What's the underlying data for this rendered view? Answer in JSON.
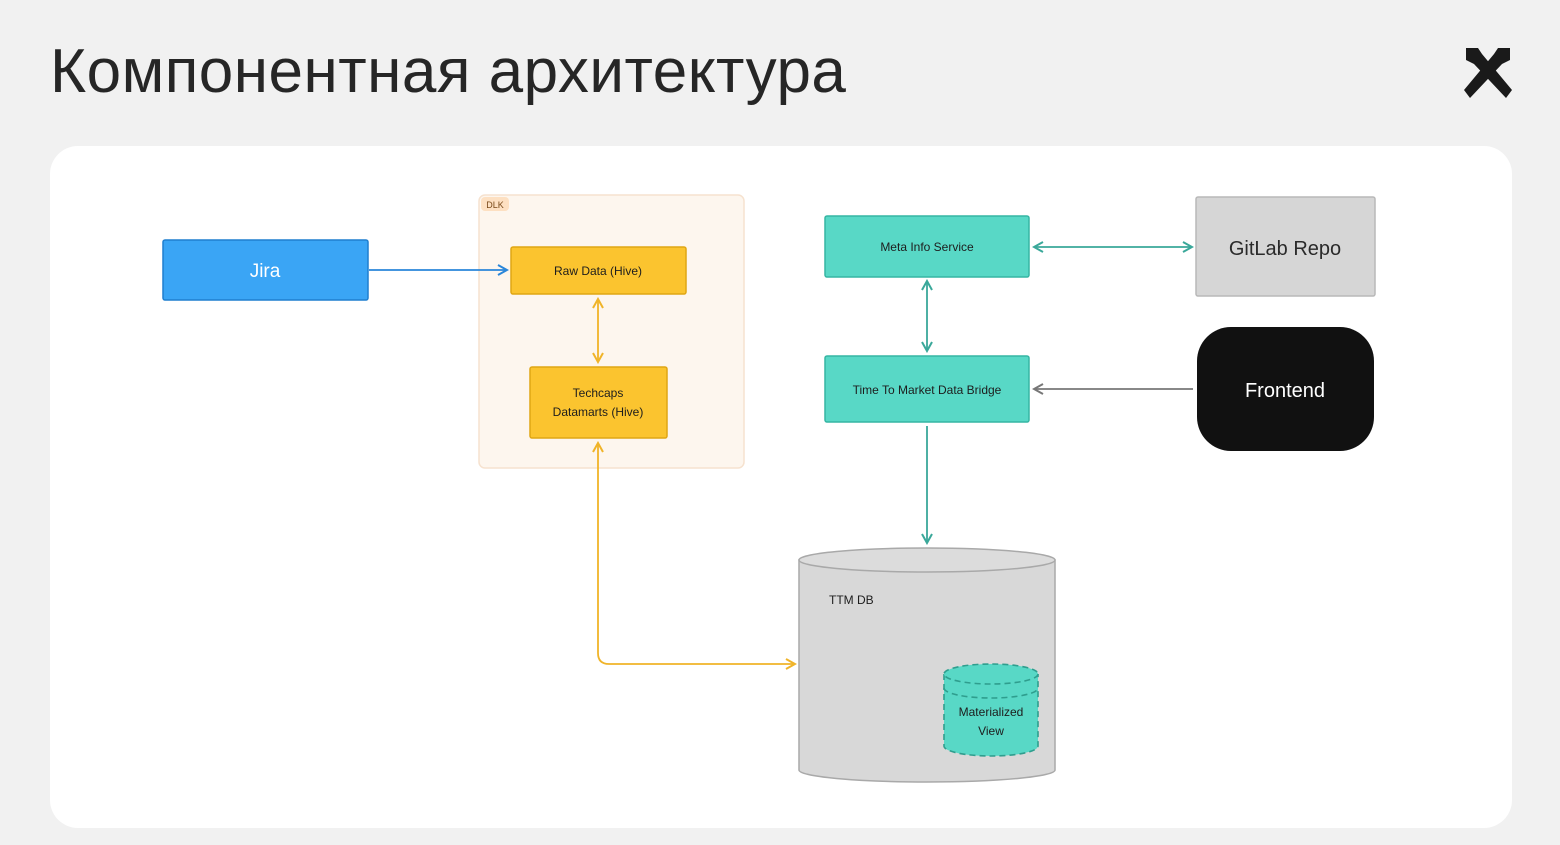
{
  "slide": {
    "title": "Компонентная архитектура"
  },
  "logo": {
    "icon": "crossed-hammers-icon"
  },
  "diagram": {
    "group_label": "DLK",
    "nodes": {
      "jira": "Jira",
      "raw_data": "Raw Data (Hive)",
      "techcaps_line1": "Techcaps",
      "techcaps_line2": "Datamarts (Hive)",
      "meta_info": "Meta Info Service",
      "ttm_bridge": "Time To Market Data Bridge",
      "gitlab": "GitLab Repo",
      "frontend": "Frontend",
      "ttm_db": "TTM DB",
      "mat_view_line1": "Materialized",
      "mat_view_line2": "View"
    },
    "colors": {
      "jira": "#3aa5f5",
      "hive": "#fbc42f",
      "service": "#58d8c6",
      "gitlab": "#d6d6d6",
      "frontend": "#111111",
      "db": "#d8d8d8",
      "group_bg": "#fdf6ee",
      "arrow_blue": "#2a86d9",
      "arrow_yellow": "#f0b429",
      "arrow_teal": "#3aa89a",
      "arrow_gray": "#777777"
    }
  }
}
